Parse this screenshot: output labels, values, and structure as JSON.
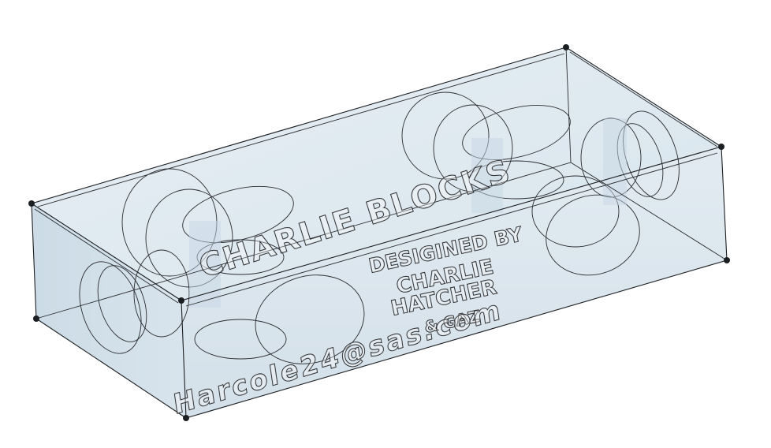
{
  "scene": {
    "background_color": "#ffffff",
    "body_color": "#d9e6ef",
    "edge_color": "#1c1f22"
  },
  "engravings": {
    "top_title": "CHARLIE BLOCKS",
    "top_credit_line1": "DESIGINED BY",
    "top_credit_line2": "CHARLIE",
    "top_credit_line3": "HATCHER",
    "top_credit_line4": "& GAZ",
    "front_text": "Harcole24@sas.com"
  }
}
